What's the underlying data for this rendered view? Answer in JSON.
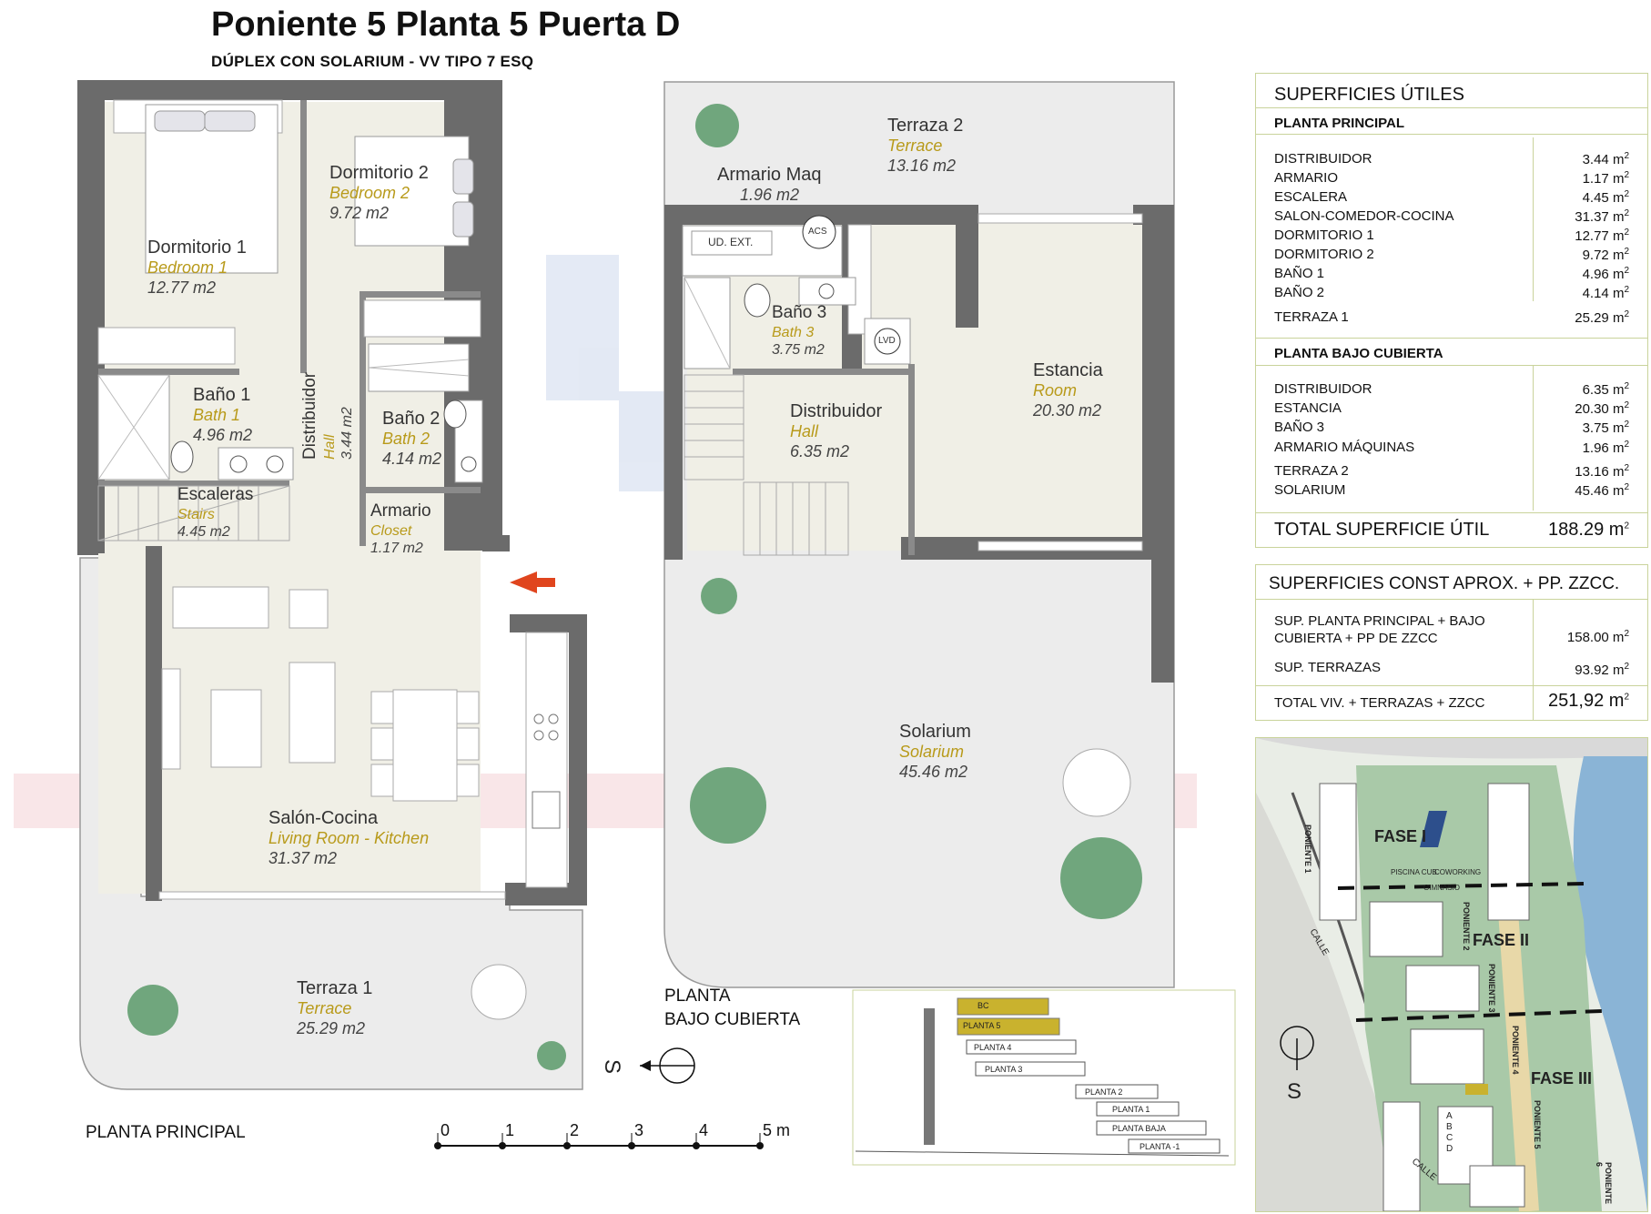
{
  "header": {
    "title": "Poniente 5 Planta 5 Puerta D",
    "subtitle": "DÚPLEX CON SOLARIUM - VV TIPO 7 ESQ"
  },
  "plan_principal": {
    "label": "PLANTA PRINCIPAL",
    "rooms": {
      "dormitorio1": {
        "es": "Dormitorio 1",
        "en": "Bedroom 1",
        "area": "12.77 m2"
      },
      "dormitorio2": {
        "es": "Dormitorio 2",
        "en": "Bedroom 2",
        "area": "9.72 m2"
      },
      "bano1": {
        "es": "Baño 1",
        "en": "Bath 1",
        "area": "4.96 m2"
      },
      "bano2": {
        "es": "Baño 2",
        "en": "Bath 2",
        "area": "4.14 m2"
      },
      "distribuidor": {
        "es": "Distribuidor",
        "en": "Hall",
        "area": "3.44 m2"
      },
      "escaleras": {
        "es": "Escaleras",
        "en": "Stairs",
        "area": "4.45 m2"
      },
      "armario": {
        "es": "Armario",
        "en": "Closet",
        "area": "1.17 m2"
      },
      "salon": {
        "es": "Salón-Cocina",
        "en": "Living Room - Kitchen",
        "area": "31.37 m2"
      },
      "terraza1": {
        "es": "Terraza 1",
        "en": "Terrace",
        "area": "25.29 m2"
      }
    }
  },
  "plan_bajo_cubierta": {
    "label_line1": "PLANTA",
    "label_line2": "BAJO CUBIERTA",
    "ud_ext": "UD. EXT.",
    "acs": "ACS",
    "lvd": "LVD",
    "rooms": {
      "terraza2": {
        "es": "Terraza 2",
        "en": "Terrace",
        "area": "13.16 m2"
      },
      "armario_maq": {
        "es": "Armario Maq",
        "area": "1.96 m2"
      },
      "bano3": {
        "es": "Baño 3",
        "en": "Bath 3",
        "area": "3.75 m2"
      },
      "estancia": {
        "es": "Estancia",
        "en": "Room",
        "area": "20.30 m2"
      },
      "distribuidor": {
        "es": "Distribuidor",
        "en": "Hall",
        "area": "6.35 m2"
      },
      "solarium": {
        "es": "Solarium",
        "en": "Solarium",
        "area": "45.46 m2"
      }
    }
  },
  "compass_label": "S",
  "scale_bar": {
    "ticks": [
      "0",
      "1",
      "2",
      "3",
      "4",
      "5 m"
    ]
  },
  "section": {
    "labels": [
      "BC",
      "PLANTA 5",
      "PLANTA 4",
      "PLANTA 3",
      "PLANTA 2",
      "PLANTA 1",
      "PLANTA BAJA",
      "PLANTA -1"
    ]
  },
  "superficies_utiles": {
    "header": "SUPERFICIES ÚTILES",
    "principal_title": "PLANTA PRINCIPAL",
    "principal": [
      {
        "label": "DISTRIBUIDOR",
        "value": "3.44 m"
      },
      {
        "label": "ARMARIO",
        "value": "1.17 m"
      },
      {
        "label": "ESCALERA",
        "value": "4.45 m"
      },
      {
        "label": "SALON-COMEDOR-COCINA",
        "value": "31.37 m"
      },
      {
        "label": "DORMITORIO 1",
        "value": "12.77 m"
      },
      {
        "label": "DORMITORIO 2",
        "value": "9.72 m"
      },
      {
        "label": "BAÑO 1",
        "value": "4.96 m"
      },
      {
        "label": "BAÑO 2",
        "value": "4.14 m"
      },
      {
        "label": "TERRAZA 1",
        "value": "25.29 m"
      }
    ],
    "bajo_title": "PLANTA BAJO CUBIERTA",
    "bajo": [
      {
        "label": "DISTRIBUIDOR",
        "value": "6.35 m"
      },
      {
        "label": "ESTANCIA",
        "value": "20.30 m"
      },
      {
        "label": "BAÑO 3",
        "value": "3.75 m"
      },
      {
        "label": "ARMARIO MÁQUINAS",
        "value": "1.96 m"
      },
      {
        "label": "TERRAZA 2",
        "value": "13.16 m"
      },
      {
        "label": "SOLARIUM",
        "value": "45.46 m"
      }
    ],
    "total_label": "TOTAL SUPERFICIE ÚTIL",
    "total_value": "188.29 m",
    "sup2": "2"
  },
  "superficies_const": {
    "header": "SUPERFICIES CONST APROX. + PP. ZZCC.",
    "row1_label_a": "SUP. PLANTA PRINCIPAL + BAJO",
    "row1_label_b": "CUBIERTA + PP DE ZZCC",
    "row1_value": "158.00 m",
    "row2_label": "SUP. TERRAZAS",
    "row2_value": "93.92 m",
    "total_label": "TOTAL VIV. + TERRAZAS + ZZCC",
    "total_value": "251,92 m"
  },
  "site_plan": {
    "fase1": "FASE I",
    "fase2": "FASE II",
    "fase3": "FASE III",
    "poniente1": "PONIENTE 1",
    "poniente2": "PONIENTE 2",
    "poniente3": "PONIENTE 3",
    "poniente4": "PONIENTE 4",
    "poniente5": "PONIENTE 5",
    "poniente6": "PONIENTE 6",
    "calle": "CALLE",
    "piscina": "PISCINA CUB.",
    "coworking": "COWORKING",
    "gimnasio": "GIMNASIO",
    "compass": "S",
    "block_letters": [
      "A",
      "B",
      "C",
      "D"
    ]
  },
  "colors": {
    "accent": "#b89a1a",
    "wall": "#6b6b6b",
    "floor": "#efede3",
    "table_border": "#c9d39b",
    "arrow": "#e0451e"
  }
}
